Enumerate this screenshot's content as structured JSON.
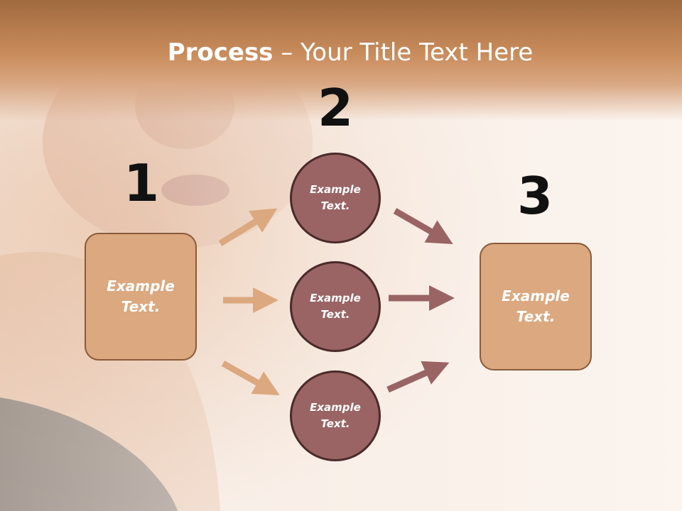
{
  "title": {
    "bold": "Process",
    "rest": " – Your Title Text Here"
  },
  "steps": [
    {
      "number": "1",
      "text": "Example Text."
    },
    {
      "number": "2",
      "text": "Example Text."
    },
    {
      "number": "3",
      "text": "Example Text."
    }
  ],
  "circles": [
    {
      "text": "Example Text."
    },
    {
      "text": "Example Text."
    },
    {
      "text": "Example Text."
    }
  ],
  "colors": {
    "header": "#c98c5c",
    "box_fill": "#dba87f",
    "circle_fill": "#9a6464",
    "arrow_left": "#dba87f",
    "arrow_right": "#9a6464"
  },
  "background_image": "woman-profile-photo"
}
